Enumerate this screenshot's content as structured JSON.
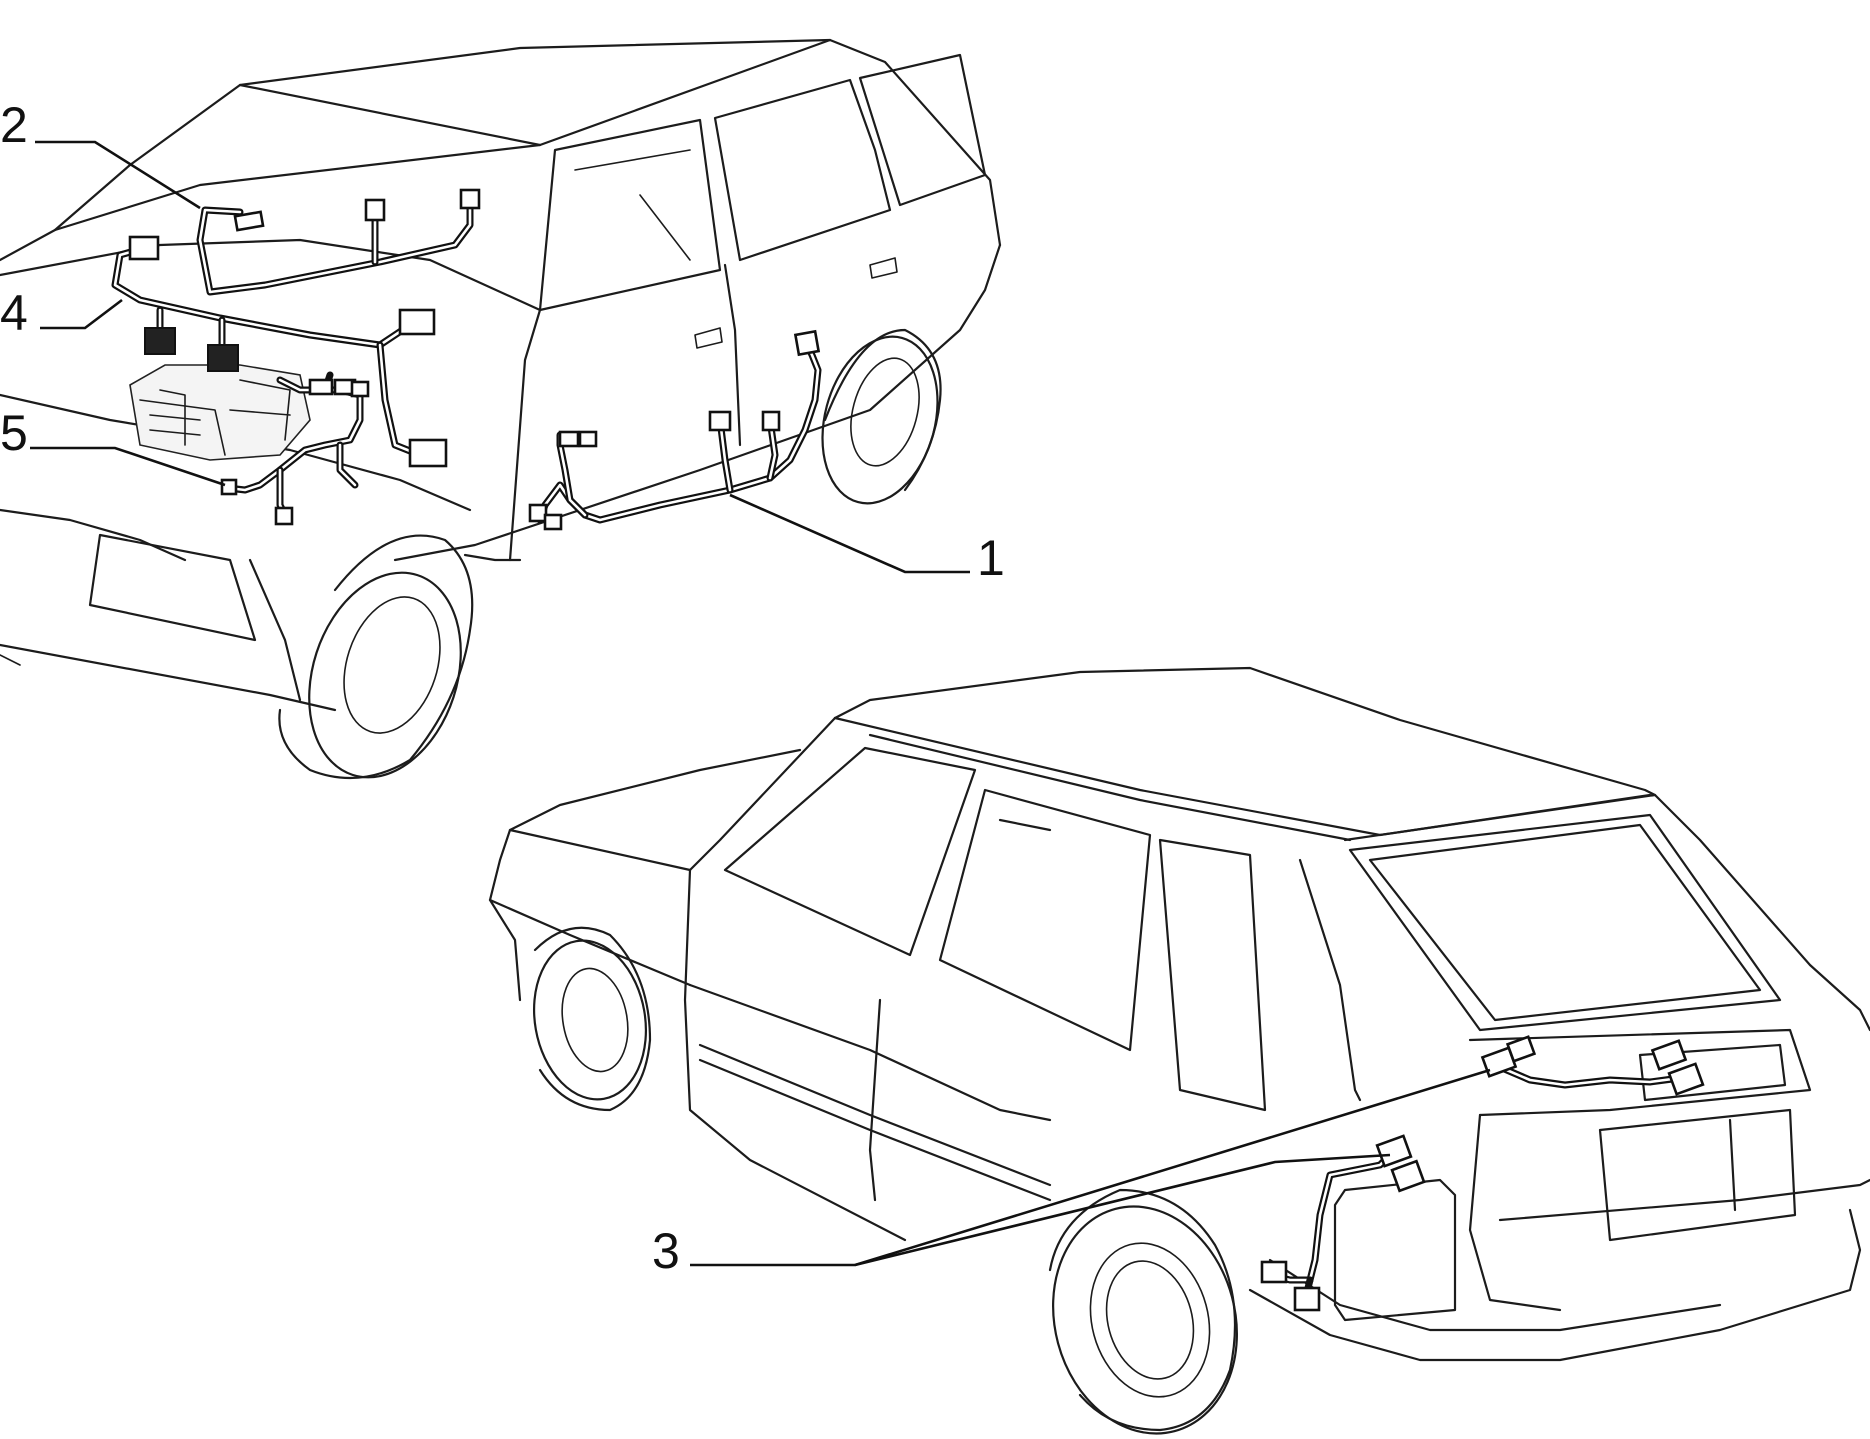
{
  "callouts": [
    {
      "id": "1",
      "label": "1"
    },
    {
      "id": "2",
      "label": "2"
    },
    {
      "id": "3",
      "label": "3"
    },
    {
      "id": "4",
      "label": "4"
    },
    {
      "id": "5",
      "label": "5"
    }
  ],
  "colors": {
    "line": "#1c1c1c",
    "background": "#ffffff"
  }
}
